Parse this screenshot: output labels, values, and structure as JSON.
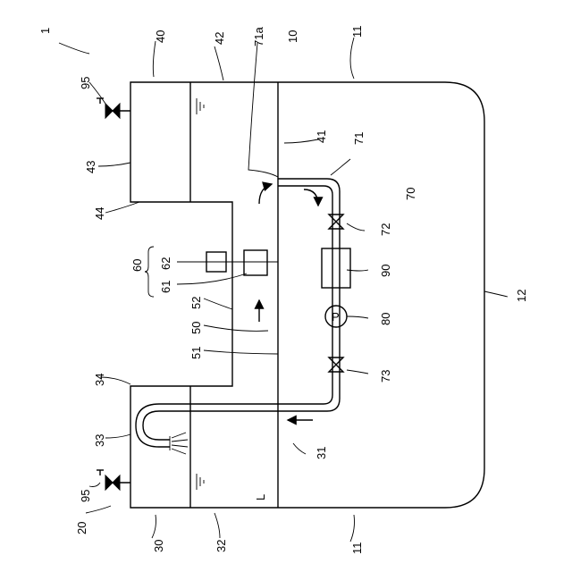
{
  "labels": {
    "system": "1",
    "valve_right": "95",
    "unit_top": "40",
    "unit_top_liquid": "42",
    "pipe_top": "71a",
    "apparatus": "10",
    "outline_top": "11",
    "unit_top_side": "43",
    "inner_top": "41",
    "pipe_71": "71",
    "unit_top_step": "44",
    "circuit": "70",
    "brace": "60",
    "sensor_62": "62",
    "sensor_61": "61",
    "valve_72": "72",
    "filter": "90",
    "housing": "12",
    "channel_52": "52",
    "channel_50": "50",
    "pump": "80",
    "channel_51": "51",
    "unit_bottom_step": "34",
    "valve_73": "73",
    "unit_bottom_side": "33",
    "inner_bottom": "31",
    "valve_left": "95",
    "liquid_mark": "L",
    "unit_left_end": "20",
    "unit_bottom": "30",
    "unit_bottom_liquid": "32",
    "outline_bottom": "11",
    "pump_symbol": "P"
  }
}
